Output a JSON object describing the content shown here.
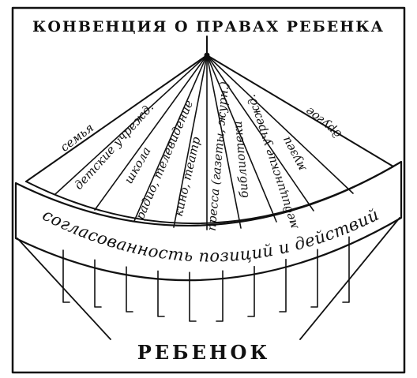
{
  "title": "КОНВЕНЦИЯ О ПРАВАХ РЕБЕНКА",
  "bottom_label": "РЕБЕНОК",
  "band_label": "согласованность позиций и действий",
  "rays": [
    "семья",
    "детские учрежд.",
    "школа",
    "радио, телевидение",
    "кино, театр",
    "пресса (газеты, журн.)",
    "библиотеки",
    "медицинские учрежд.",
    "музеи",
    "другое"
  ]
}
